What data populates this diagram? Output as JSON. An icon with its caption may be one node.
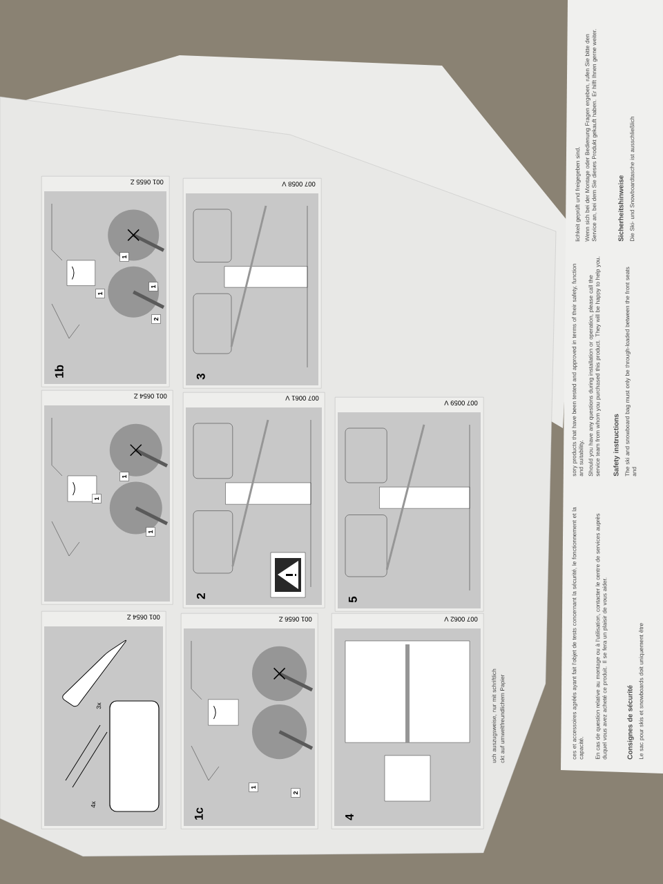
{
  "diagram": {
    "nodes": [
      {
        "text": [
          "1b",
          "001 0655 Z"
        ]
      },
      {
        "text": [
          "3",
          "007 0058 V"
        ]
      },
      {
        "text": [
          "001 0654 Z"
        ]
      },
      {
        "text": [
          "2",
          "007 0061 V"
        ]
      },
      {
        "text": [
          "5",
          "007 0059 V"
        ]
      },
      {
        "text": [
          "001 0654 Z"
        ]
      },
      {
        "text": [
          "1c",
          "001 0656 Z"
        ]
      },
      {
        "text": [
          "4",
          "007 0062 V"
        ]
      }
    ],
    "labels": [
      "lichkeit geprüft und freigegeben sind.",
      "Wenn sich bei der Montage oder Bedienung Fragen ergeben, rufen Sie bitte den Service an, bei dem Sie dieses Produkt gekauft haben. Er hilft Ihnen gerne weiter.",
      "Sicherheitshinweise",
      "Die Ski- und Snowboardtasche ist ausschließlich",
      "sory products that have been tested and approved in terms of their safety, function and suitability.",
      "Should you have any questions during installation or operation, please call the service team from whom you purchased this product. They will be happy to help you.",
      "Safety instructions",
      "The ski and snowboard bag must only be through-loaded between the front seats and",
      "ces et accessoires agréés ayant fait l'objet de tests concernant la sécurité, le fonctionnement et la capacité.",
      "En cas de question relative au montage ou à l'utilisation, contacter le centre de services auprès duquel vous avez acheté ce produit. Il se fera un plaisir de vous aider.",
      "Consignes de sécurité",
      "Le sac pour skis et snowboards doit uniquement être",
      "uch auszugsweise, nur mit schriftlich",
      "ckt auf umweltfreundlichem Papier",
      "1",
      "1",
      "1",
      "2",
      "1",
      "1",
      "1",
      "4x",
      "3x",
      "1",
      "2"
    ]
  }
}
